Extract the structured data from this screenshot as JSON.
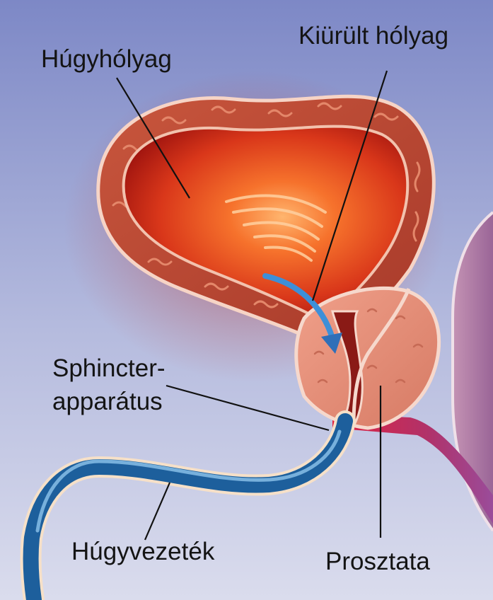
{
  "labels": {
    "bladder": "Húgyhólyag",
    "emptied_bladder": "Kiürült hólyag",
    "sphincter_line1": "Sphincter-",
    "sphincter_line2": "apparátus",
    "urethra": "Húgyvezeték",
    "prostate": "Prosztata"
  },
  "colors": {
    "background_top": "#7d88c6",
    "background_bottom": "#dadced",
    "bladder_wall": "#c24a36",
    "bladder_inner": "#e34a1c",
    "prostate": "#e48d78",
    "urethra": "#1d5f9c",
    "arrow": "#3d8fd8",
    "vessel": "#d8284a"
  }
}
